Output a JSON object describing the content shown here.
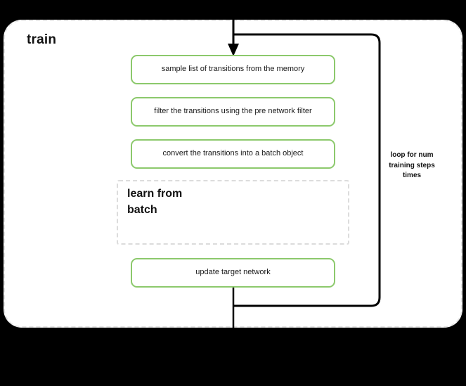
{
  "diagram": {
    "title": "train",
    "background_color": "#000000",
    "block_background": "#ffffff",
    "accent_color": "#8cc96c",
    "dashed_border_color": "#e6e6e6",
    "connector_color": "#000000",
    "steps": [
      {
        "id": "sample",
        "label": "sample list of transitions from the memory"
      },
      {
        "id": "filter",
        "label": "filter the transitions using the pre network filter"
      },
      {
        "id": "convert",
        "label": "convert the transitions into a batch object"
      },
      {
        "id": "update",
        "label": "update target network"
      }
    ],
    "subblock": {
      "id": "learn-from-batch",
      "title": "learn from\nbatch",
      "title_line1": "learn from",
      "title_line2": "batch"
    },
    "loop": {
      "label_line1": "loop for num",
      "label_line2": "training steps",
      "label_line3": "times",
      "label": "loop for num training steps times"
    },
    "connectors": {
      "entry_arrow": "arrow-down-into-sample",
      "loop_return": "loop-back-edge",
      "exit_line": "exit-line-down"
    }
  }
}
